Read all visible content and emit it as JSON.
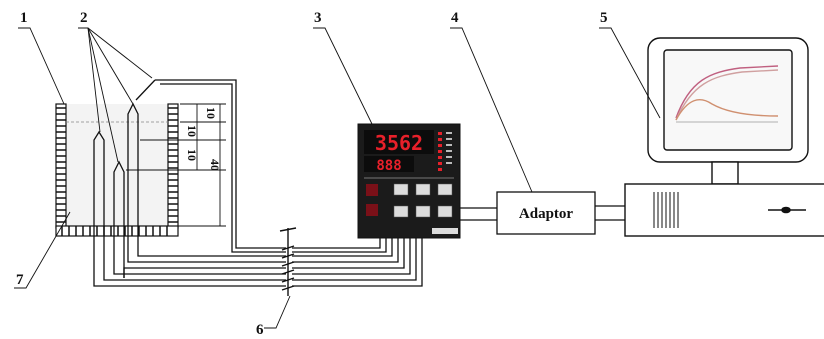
{
  "labels": {
    "l1": "1",
    "l2": "2",
    "l3": "3",
    "l4": "4",
    "l5": "5",
    "l6": "6",
    "l7": "7"
  },
  "dimensions": {
    "d1": "10",
    "d2": "10",
    "d3": "10",
    "d4": "40"
  },
  "adaptor_label": "Adaptor",
  "controller": {
    "display_top": "3562",
    "display_bottom": "888"
  },
  "colors": {
    "line": "#111111",
    "led": "#e8202a",
    "screen_curve1": "#c06080",
    "screen_curve2": "#d09070",
    "panel": "#1b1b1b"
  }
}
